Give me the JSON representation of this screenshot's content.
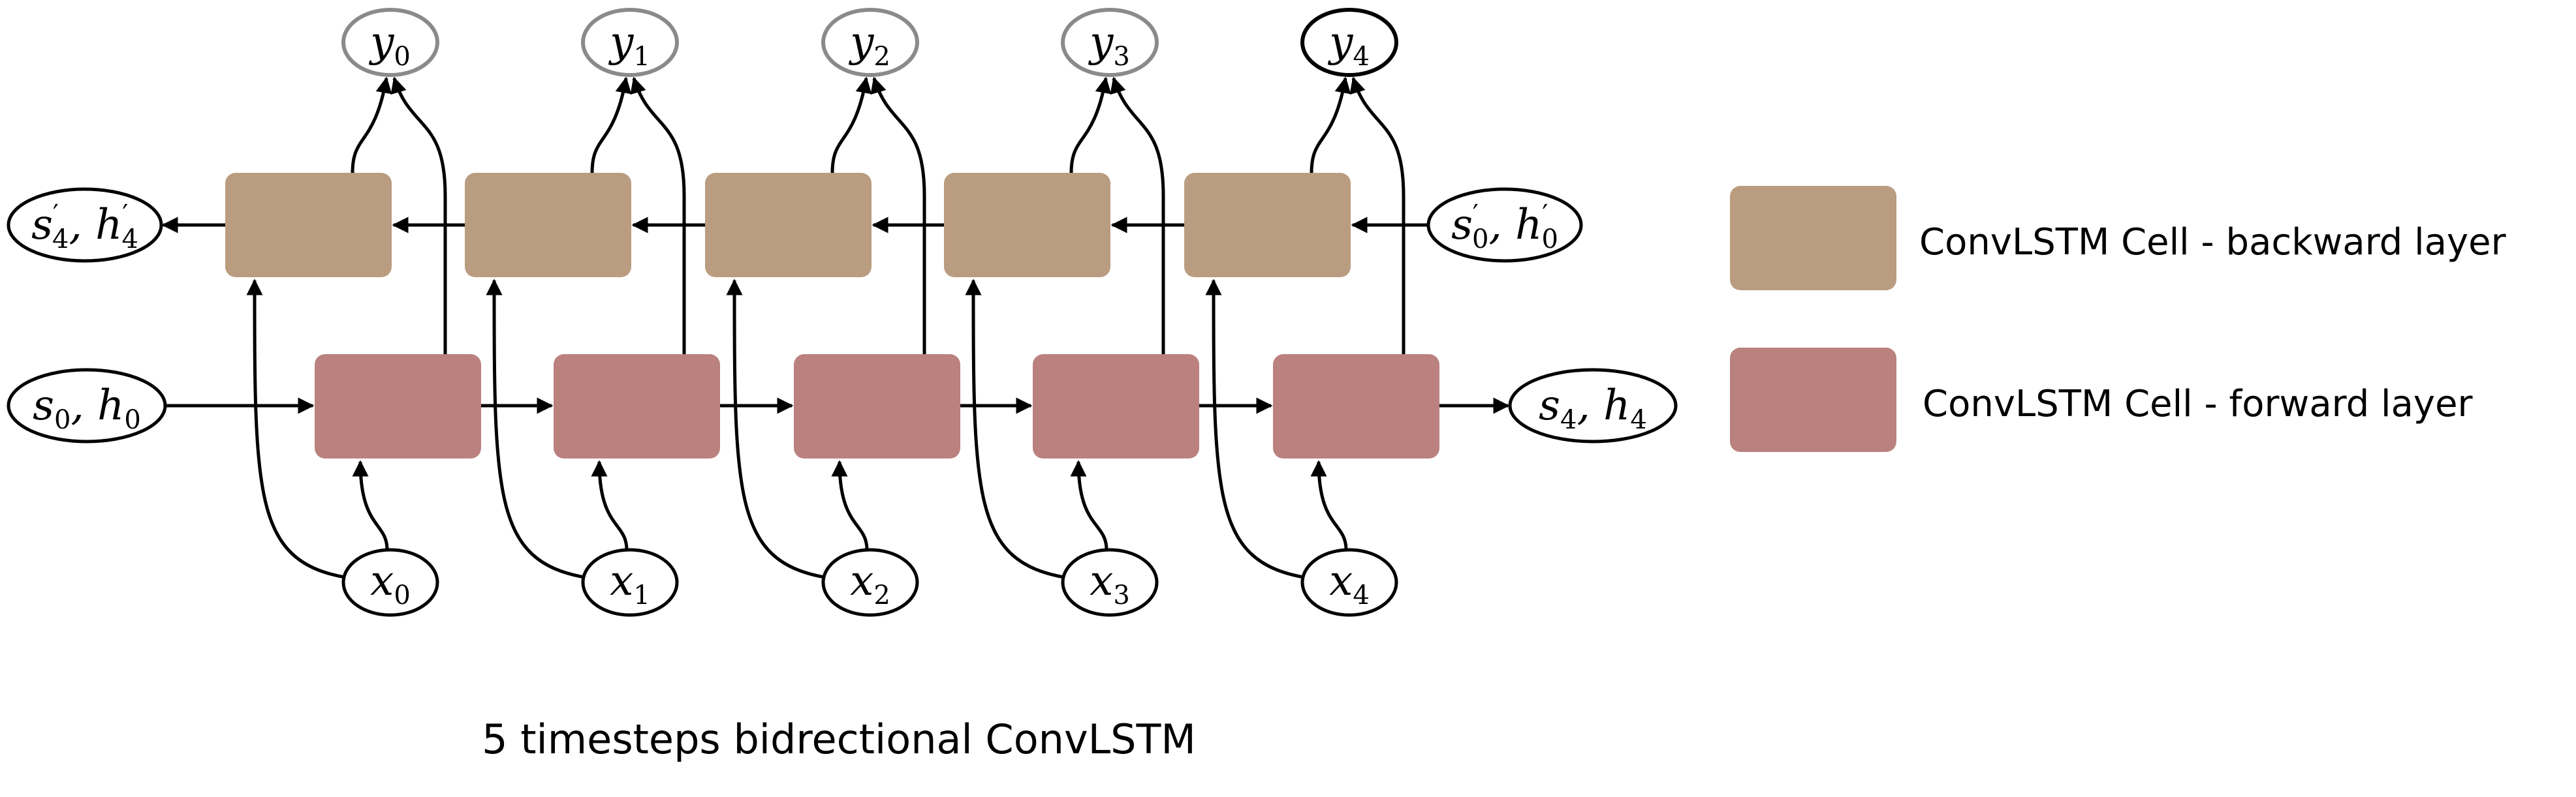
{
  "colors": {
    "backward": "#BA9C80",
    "forward": "#BA817E",
    "line": "#000000",
    "output_border_grey": "#8a8a8a"
  },
  "nodes": {
    "outputs": [
      {
        "base": "y",
        "sub": "0"
      },
      {
        "base": "y",
        "sub": "1"
      },
      {
        "base": "y",
        "sub": "2"
      },
      {
        "base": "y",
        "sub": "3"
      },
      {
        "base": "y",
        "sub": "4"
      }
    ],
    "inputs": [
      {
        "base": "x",
        "sub": "0"
      },
      {
        "base": "x",
        "sub": "1"
      },
      {
        "base": "x",
        "sub": "2"
      },
      {
        "base": "x",
        "sub": "3"
      },
      {
        "base": "x",
        "sub": "4"
      }
    ],
    "backward_final_state": {
      "a": "s",
      "a_sup": "′",
      "a_sub": "4",
      "b": "h",
      "b_sup": "′",
      "b_sub": "4"
    },
    "backward_initial_state": {
      "a": "s",
      "a_sup": "′",
      "a_sub": "0",
      "b": "h",
      "b_sup": "′",
      "b_sub": "0"
    },
    "forward_initial_state": {
      "a": "s",
      "a_sub": "0",
      "b": "h",
      "b_sub": "0"
    },
    "forward_final_state": {
      "a": "s",
      "a_sub": "4",
      "b": "h",
      "b_sub": "4"
    }
  },
  "legend": {
    "backward_label": "ConvLSTM Cell - backward layer",
    "forward_label": "ConvLSTM Cell - forward layer"
  },
  "caption": "5 timesteps bidrectional ConvLSTM"
}
